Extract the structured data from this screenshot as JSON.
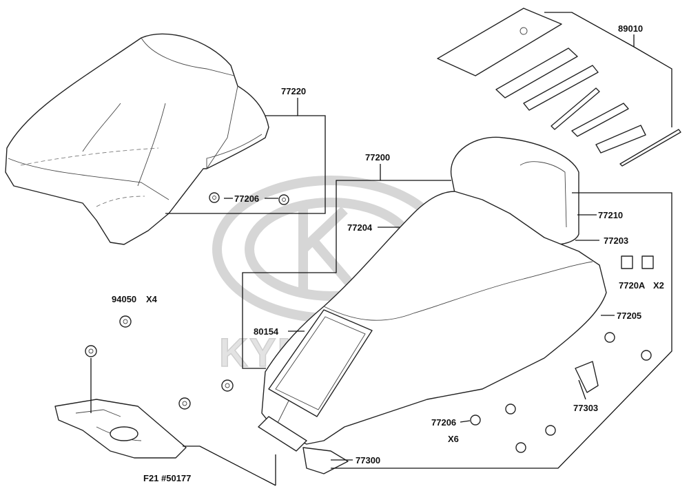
{
  "watermark": {
    "brand": "KYMCO"
  },
  "labels": {
    "tools": "89010",
    "rear_seat": "77220",
    "rear_seat_nuts": "77206",
    "seat_assy": "77200",
    "seat_cover": "77204",
    "backrest": "77210",
    "bracket": "77203",
    "clip": "7720A",
    "clip_qty": "X2",
    "seat_base": "77205",
    "hinge_plate_nut": "94050",
    "hinge_plate_nut_qty": "X4",
    "tray": "80154",
    "seat_nuts": "77206",
    "seat_nuts_qty": "X6",
    "latch_bracket": "77303",
    "hinge": "77300",
    "frame_ref": "F21 #50177"
  }
}
